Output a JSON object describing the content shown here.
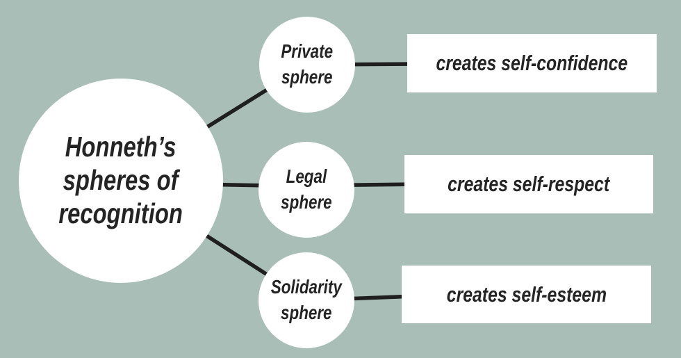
{
  "canvas": {
    "background": "#a8beb6",
    "node_fill": "#ffffff",
    "line_color": "#1f1f1f",
    "text_color": "#242424"
  },
  "diagram": {
    "title": "Honneth’s spheres of recognition",
    "root": {
      "label": "Honneth’s spheres of recognition",
      "lines": [
        "Honneth’s",
        "spheres of",
        "recognition"
      ]
    },
    "branches": [
      {
        "sphere": "Private sphere",
        "sphere_lines": [
          "Private",
          "sphere"
        ],
        "outcome": "creates self-confidence"
      },
      {
        "sphere": "Legal sphere",
        "sphere_lines": [
          "Legal",
          "sphere"
        ],
        "outcome": "creates self-respect"
      },
      {
        "sphere": "Solidarity sphere",
        "sphere_lines": [
          "Solidarity",
          "sphere"
        ],
        "outcome": "creates self-esteem"
      }
    ]
  }
}
